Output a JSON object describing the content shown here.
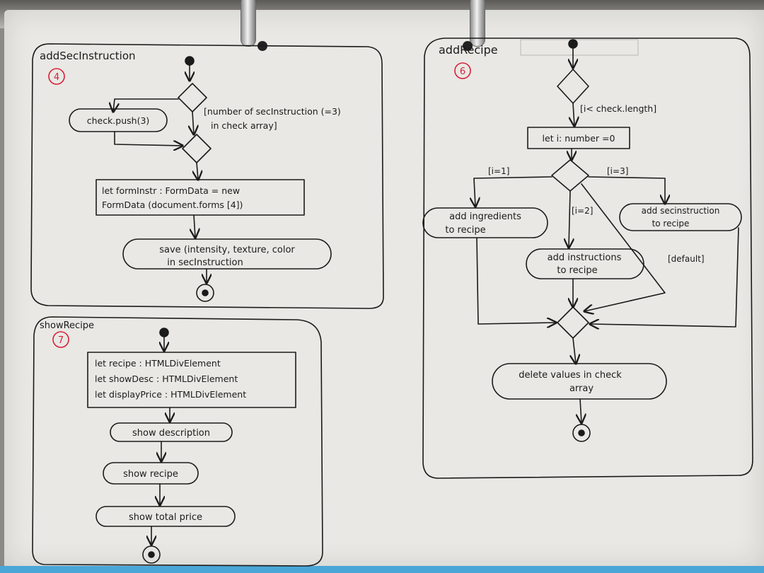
{
  "panels": {
    "add_sec_instruction": {
      "title": "addSecInstruction",
      "number": "4",
      "push_action": "check.push(3)",
      "guard": [
        "[number of secInstruction (=3)",
        "in check array]"
      ],
      "form_action": [
        "let formInstr : FormData = new",
        "FormData (document.forms [4])"
      ],
      "save_action": [
        "save (intensity, texture, color",
        "in secInstruction"
      ]
    },
    "show_recipe": {
      "title": "showRecipe",
      "number": "7",
      "declarations": [
        "let recipe : HTMLDivElement",
        "let showDesc : HTMLDivElement",
        "let displayPrice : HTMLDivElement"
      ],
      "step_description": "show description",
      "step_recipe": "show recipe",
      "step_price": "show total price"
    },
    "add_recipe": {
      "title": "addRecipe",
      "number": "6",
      "guard_loop": "[i< check.length]",
      "let_action": "let i: number =0",
      "guard_1": "[i=1]",
      "guard_2": "[i=2]",
      "guard_3": "[i=3]",
      "guard_default": "[default]",
      "action_ingredients": [
        "add ingredients",
        "to recipe"
      ],
      "action_instructions": [
        "add instructions",
        "to recipe"
      ],
      "action_secinstruction": [
        "add secinstruction",
        "to recipe"
      ],
      "action_delete": [
        "delete values in check",
        "array"
      ]
    }
  },
  "colors": {
    "ink": "#1b1b1b",
    "red_ink": "#d8203a",
    "paper": "#e9e8e4"
  }
}
